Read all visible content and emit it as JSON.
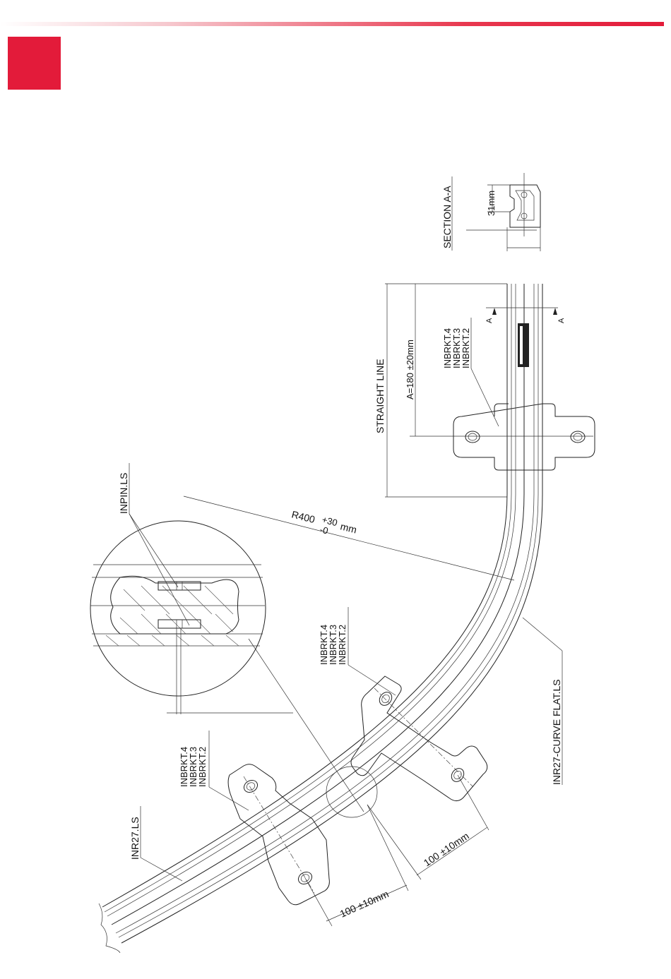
{
  "header": {
    "accent_color": "#e31b3a"
  },
  "labels": {
    "section": "SECTION A-A",
    "dim_31": "31mm",
    "straight_line": "STRAIGHT LINE",
    "dim_a180": "A=180 ±20mm",
    "bracket_top": [
      "INBRKT.4",
      "INBRKT.3",
      "INBRKT.2"
    ],
    "bracket_mid": [
      "INBRKT.4",
      "INBRKT.3",
      "INBRKT.2"
    ],
    "bracket_low": [
      "INBRKT.4",
      "INBRKT.3",
      "INBRKT.2"
    ],
    "section_mark": "A",
    "inpin": "INPIN.LS",
    "radius_main": "R400",
    "radius_plus": "+30",
    "radius_minus": "-0",
    "radius_unit": "mm",
    "curve_flat": "INR27-CURVE FLAT.LS",
    "inr27": "INR27.LS",
    "dim_100_a": "100 ±10mm",
    "dim_100_b": "100 ±10mm"
  }
}
